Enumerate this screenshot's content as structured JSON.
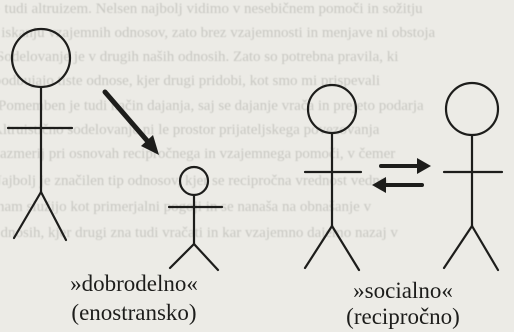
{
  "background_text": [
    "e tudi altruizem. Nelsen najbolj vidimo v nesebičnem pomoči in sožitju",
    "v iskanju vzajemnih odnosov, zato brez vzajemnosti in menjave ni obstoja",
    "Sodelovanje je v drugih naših odnosih. Zato so potrebna pravila, ki",
    "spodbujajo tiste odnose, kjer drugi pridobi, kot smo mi prispevali",
    "Pomemben je tudi način dajanja, saj se dajanje vrača in prejeto podarja",
    "Altruistično sodelovanje ni le prostor prijateljskega povezovanja",
    "razmerij pri osnovah recipročnega in vzajemnega pomoči, v čemer",
    "Najbolj je značilen tip odnosov, kjer se recipročna vrednost vedno",
    "nam služijo kot primerjalni pogoji in se nanaša na obnašanje v",
    "odnosih, kjer drugi zna tudi vračati in kar vzajemno dajemo nazaj v"
  ],
  "captions": {
    "left_line1": "»dobrodelno«",
    "left_line2": "(enostransko)",
    "right_line1": "»socialno«",
    "right_line2": "(recipročno)"
  }
}
